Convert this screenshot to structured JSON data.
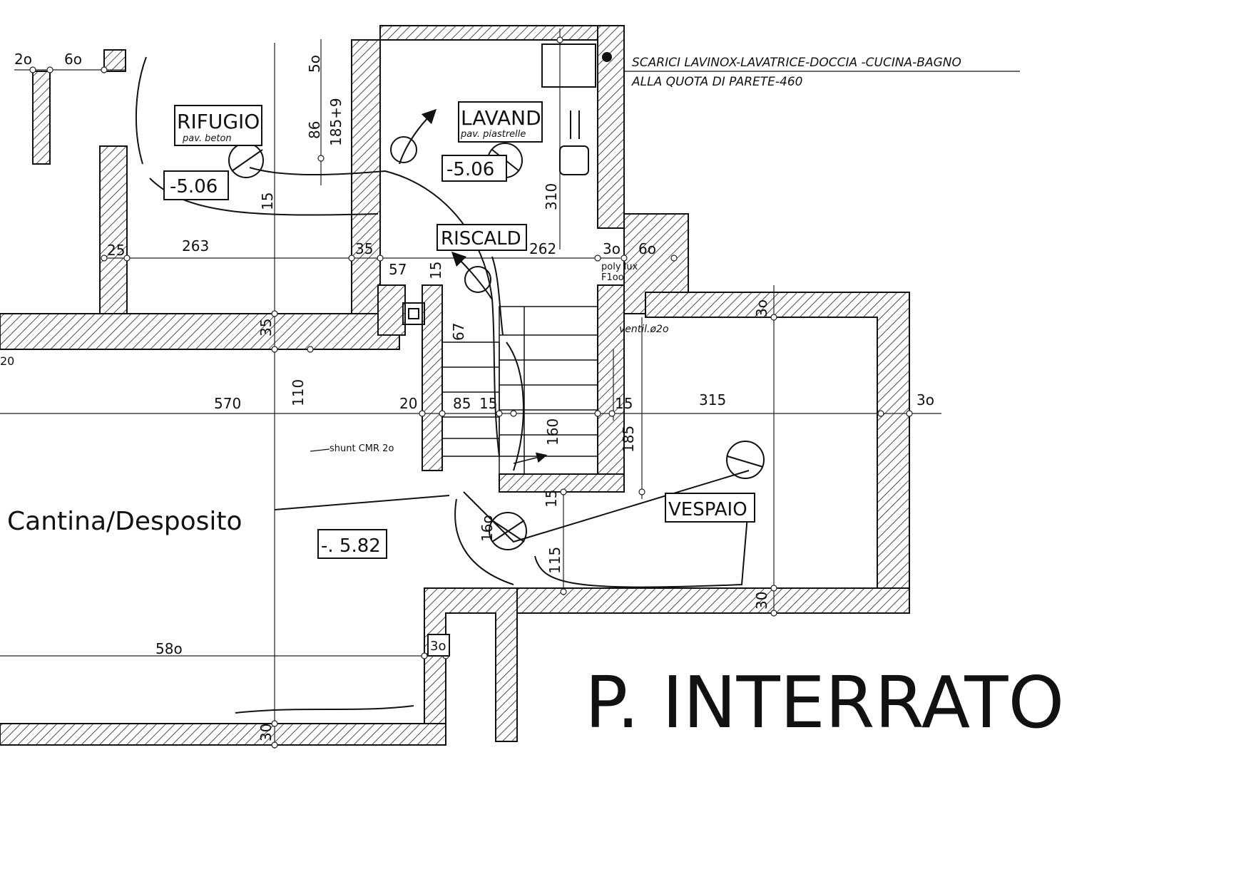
{
  "title": "P. INTERRATO",
  "annotation_label": "Cantina/Desposito",
  "drain_note": {
    "line1": "SCARICI LAVINOX-LAVATRICE-DOCCIA -CUCINA-BAGNO",
    "line2": "ALLA QUOTA DI PARETE-460"
  },
  "rooms": {
    "rifugio": {
      "name": "RIFUGIO",
      "floor": "pav. beton",
      "level": "-5.06"
    },
    "lavand": {
      "name": "LAVAND",
      "floor": "pav. piastrelle",
      "level": "-5.06"
    },
    "riscald": {
      "name": "RISCALD"
    },
    "vespaio": {
      "name": "VESPAIO"
    },
    "cantina": {
      "level": "-. 5.82"
    }
  },
  "notes": {
    "polylux": "poly lux",
    "polylux2": "F1oo",
    "ventil": "ventil.ø2o",
    "shunt": "shunt CMR 2o"
  },
  "dimensions": {
    "d_20": "2o",
    "d_60a": "6o",
    "d_50": "5o",
    "d_86": "86",
    "d_1859": "185+9",
    "d_15a": "15",
    "d_310": "310",
    "d_25": "25",
    "d_263": "263",
    "d_35a": "35",
    "d_262": "262",
    "d_30a": "3o",
    "d_60b": "6o",
    "d_57": "57",
    "d_15b": "15",
    "d_67": "67",
    "d_35b": "35",
    "d_30b": "3o",
    "d_110": "110",
    "d_570": "570",
    "d_20b": "20",
    "d_85": "85",
    "d_15c": "15",
    "d_160a": "160",
    "d_15d": "15",
    "d_315": "315",
    "d_30c": "3o",
    "d_185": "185",
    "d_15e": "15",
    "d_160b": "16o",
    "d_115": "115",
    "d_30d": "30",
    "d_30e": "3o",
    "d_580": "58o",
    "d_30f": "30",
    "d_20c": "20"
  }
}
